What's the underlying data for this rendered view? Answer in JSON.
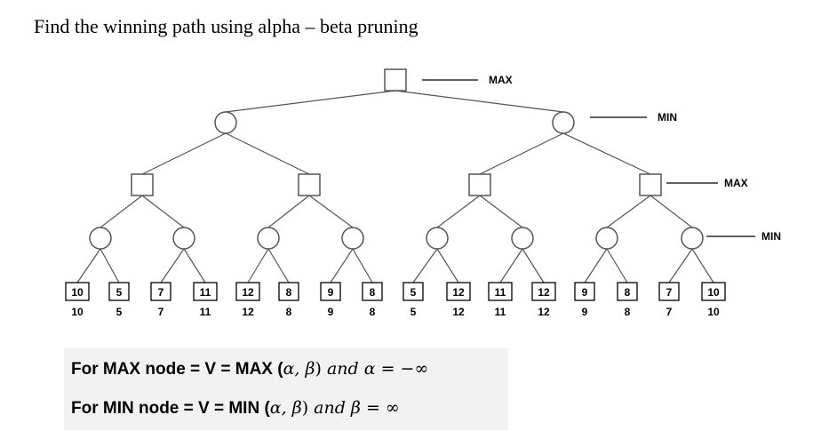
{
  "title": "Find the winning path using alpha – beta pruning",
  "levels": [
    "MAX",
    "MIN",
    "MAX",
    "MIN"
  ],
  "leaves": [
    10,
    5,
    7,
    11,
    12,
    8,
    9,
    8,
    5,
    12,
    11,
    12,
    9,
    8,
    7,
    10
  ],
  "formulas": {
    "max_prefix": "For MAX node = V = MAX (",
    "max_args": "α, β",
    "max_close": ")",
    "max_and": " and α ",
    "max_eq": "=",
    "max_value": " −∞",
    "min_prefix": "For MIN node = V = MIN (",
    "min_args": "α, β",
    "min_close": ")",
    "min_and": " and β ",
    "min_eq": "=",
    "min_value": " ∞"
  }
}
